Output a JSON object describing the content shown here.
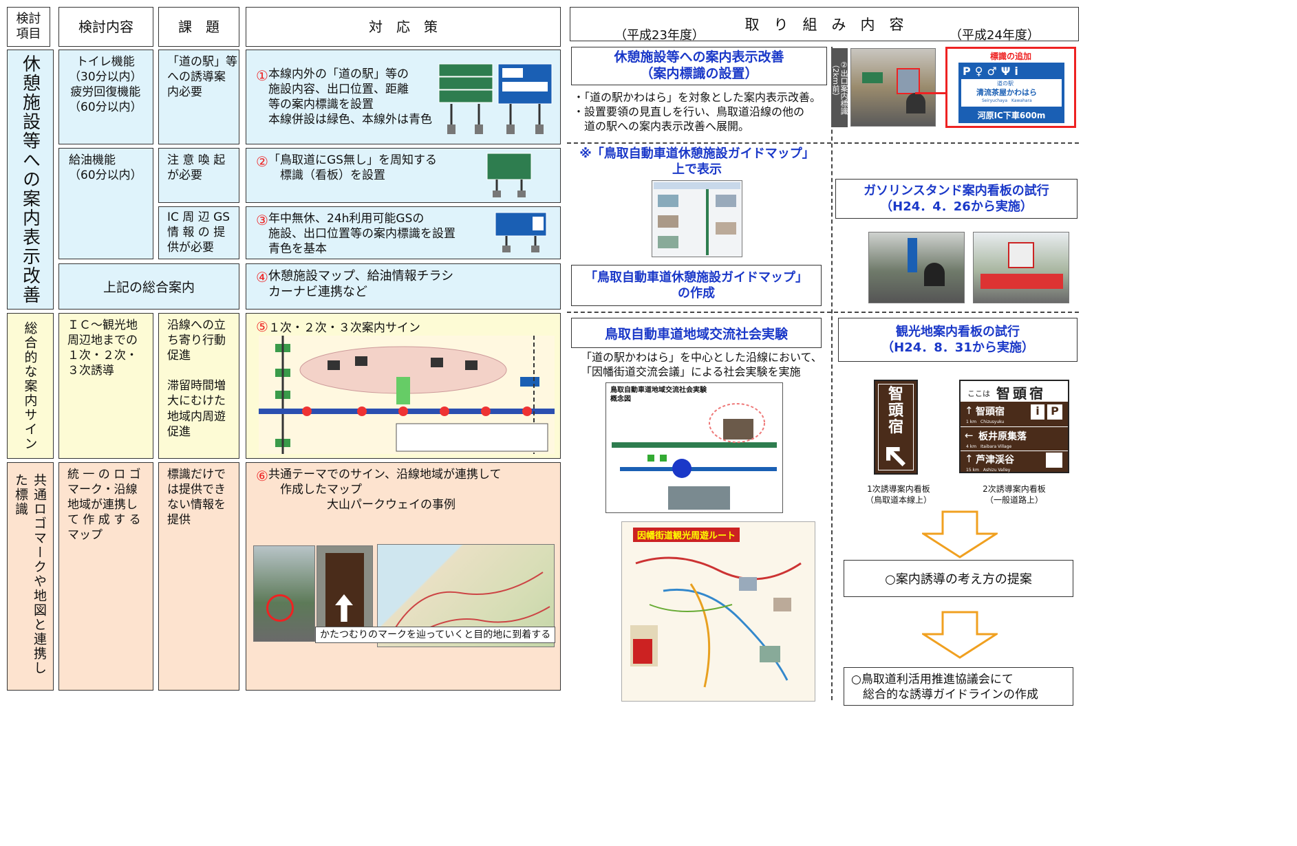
{
  "header": {
    "item": "検討\n項目",
    "content": "検討内容",
    "issue": "課　題",
    "measure": "対　応　策",
    "work": "取　り　組　み　内　容",
    "fy23": "（平成23年度）",
    "fy24": "（平成24年度）"
  },
  "sections": {
    "rest": "休憩施設等への案内表示改善",
    "general": "総合的な案内サイン",
    "map": "共通ロゴマークや地図と連携した標識"
  },
  "rows": {
    "r1_content": "トイレ機能\n（30分以内）\n疲労回復機能\n（60分以内）",
    "r1_issue": "「道の駅」等\nへの誘導案\n内必要",
    "r1_num": "①",
    "r1_measure": "本線内外の「道の駅」等の\n施設内容、出口位置、距離\n等の案内標識を設置\n本線併設は緑色、本線外は青色",
    "r2_content": "給油機能\n（60分以内）",
    "r2_issue": "注 意 喚 起\nが必要",
    "r2_num": "②",
    "r2_measure": "「鳥取道にGS無し」を周知する\n　標識（看板）を設置",
    "r3_issue": "IC 周 辺 GS\n情 報 の 提\n供が必要",
    "r3_num": "③",
    "r3_measure": "年中無休、24h利用可能GSの\n施設、出口位置等の案内標識を設置\n青色を基本",
    "r4_content": "上記の総合案内",
    "r4_num": "④",
    "r4_measure": "休憩施設マップ、給油情報チラシ\nカーナビ連携など",
    "r5_content": "ＩＣ～観光地\n周辺地までの\n１次・２次・\n３次誘導",
    "r5_issue": "沿線への立\nち寄り行動\n促進\n\n滞留時間増\n大にむけた\n地域内周遊\n促進",
    "r5_num": "⑤",
    "r5_measure": "１次・２次・３次案内サイン",
    "r6_content": "統 一 の ロ ゴ\nマーク・沿線\n地域が連携し\nて 作 成 す る\nマップ",
    "r6_issue": "標識だけで\nは提供でき\nない情報を\n提供",
    "r6_num": "⑥",
    "r6_measure": "共通テーマでのサイン、沿線地域が連携して\n　作成したマップ\n　　　　　大山パークウェイの事例",
    "r6_caption": "かたつむりのマークを辿っていくと目的地に到着する"
  },
  "fy23": {
    "box1_title": "休憩施設等への案内表示改善\n（案内標識の設置）",
    "box1_text": "・「道の駅かわはら」を対象とした案内表示改善。\n・設置要領の見直しを行い、鳥取道沿線の他の\n　道の駅への案内表示改善へ展開。",
    "note_title": "※「鳥取自動車道休憩施設ガイドマップ」\n上で表示",
    "box2_title": "「鳥取自動車道休憩施設ガイドマップ」\nの作成",
    "box3_title": "鳥取自動車道地域交流社会実験",
    "box3_text": "「道の駅かわはら」を中心とした沿線において、\n「因幡街道交流会議」による社会実験を実施",
    "diagram_title": "鳥取自動車道地域交流社会実験\n概念図",
    "route_map_title": "因幡街道観光周遊ルート"
  },
  "fy24": {
    "sign_label": "標識の追加",
    "sign_station": "道の駅",
    "sign_name": "清流茶屋かわはら",
    "sign_name_en": "Seiryuchaya　Kawahara",
    "sign_exit": "河原IC下車600m",
    "side_label": "②出口案内標識\n（2km前）",
    "gs_title": "ガソリンスタンド案内看板の試行\n（H24．4．26から実施）",
    "tour_title": "観光地案内看板の試行\n（H24．8．31から実施）",
    "sign1_text": "智\n頭\n宿",
    "sign2_header_small": "ここは",
    "sign2_header": "智頭宿",
    "sign2_row1": "智頭宿",
    "sign2_row1_en": "1 km　Chizusyuku",
    "sign2_row2": "板井原集落",
    "sign2_row2_en": "4 km　Itaibara Village",
    "sign2_row3": "芦津渓谷",
    "sign2_row3_en": "15 km　Ashizu Valley",
    "cap1": "1次誘導案内看板\n（鳥取道本線上）",
    "cap2": "2次誘導案内看板\n（一般道路上）",
    "proposal1": "○案内誘導の考え方の提案",
    "proposal2": "○鳥取道利活用推進協議会にて\n　総合的な誘導ガイドラインの作成"
  },
  "colors": {
    "cyan": "#dff3fb",
    "yellow": "#fdfbd5",
    "peach": "#fde3cf",
    "blue_title": "#1a38c8",
    "sign_green": "#2e7d4f",
    "sign_blue": "#1a5fb4",
    "sign_brown": "#4a2c1a"
  }
}
